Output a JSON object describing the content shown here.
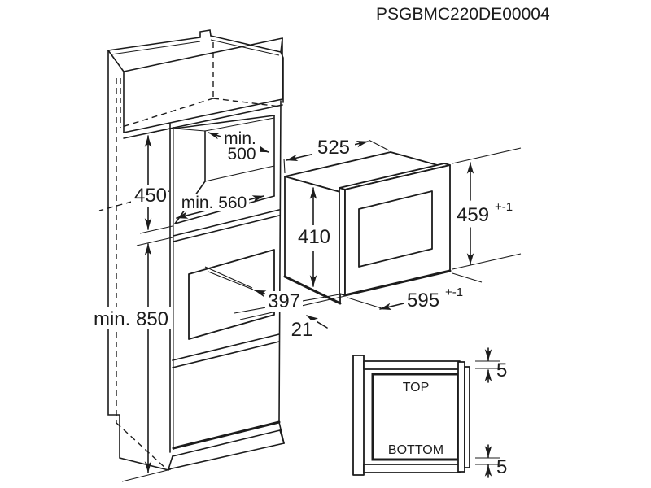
{
  "title": "PSGBMC220DE00004",
  "colors": {
    "line": "#1c1c1c",
    "background": "#ffffff"
  },
  "cabinet_dimensions": {
    "height": "min. 850",
    "niche_height": "450",
    "niche_width": "min. 560",
    "niche_depth_line1": "min.",
    "niche_depth_line2": "500"
  },
  "appliance_dimensions": {
    "body_width": "525",
    "body_height": "410",
    "body_depth": "397",
    "door_protrusion": "21",
    "frame_height": "459",
    "frame_height_tolerance": "+-1",
    "frame_width": "595",
    "frame_width_tolerance": "+-1"
  },
  "clearance_inset": {
    "top": "TOP",
    "bottom": "BOTTOM",
    "top_gap": "5",
    "bottom_gap": "5"
  }
}
